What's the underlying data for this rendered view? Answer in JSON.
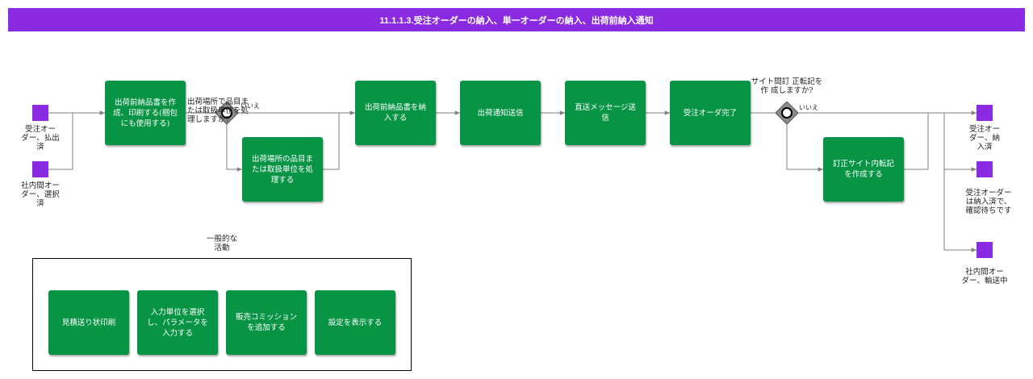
{
  "title": "11.1.1.3.受注オーダーの納入、単一オーダーの納入、出荷前納入通知",
  "colors": {
    "title_bg": "#8a2be2",
    "activity": "#079444",
    "event": "#8a2be2",
    "gateway": "#8c8c8c",
    "connector": "#7f7f7f"
  },
  "start_events": [
    {
      "label": "受注オー\nダー、払出\n済"
    },
    {
      "label": "社内間オー\nダー、選択\n済"
    }
  ],
  "activities": {
    "print_pre_ship": "出荷前納品書を作\n成、印刷する(梱包\nにも使用する)",
    "process_items": "出荷場所の品目ま\nたは取扱単位を処\n理する",
    "receive_pre_ship": "出荷前納品書を納\n入する",
    "send_notice": "出荷通知送信",
    "direct_msg": "直送メッセージ送\n信",
    "order_complete": "受注オーダ完了",
    "create_correction": "訂正サイト内転記\nを作成する"
  },
  "gateways": {
    "process_items_q": "出荷場所で品目ま\nたは取扱単位を処\n理しますか?",
    "process_items_no": "いいえ",
    "correction_q": "サイト間訂 正転記を\n作 成しますか?",
    "correction_no": "いいえ"
  },
  "end_events": [
    {
      "label": "受注オー\nダー、納\n入済"
    },
    {
      "label": "受注オーダー\nは納入済で、\n確認待ちです"
    },
    {
      "label": "社内間オー\nダー、輸送中"
    }
  ],
  "general_activities": {
    "title": "一般的な\n活動",
    "items": [
      "見積送り状印刷",
      "入力単位を選択\nし、パラメータを\n入力する",
      "販売コミッション\nを追加する",
      "設定を表示する"
    ]
  }
}
